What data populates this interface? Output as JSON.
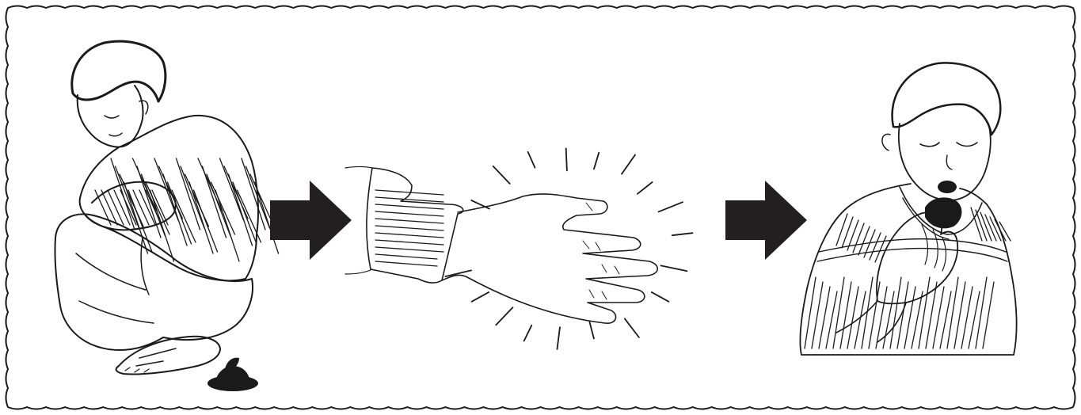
{
  "diagram": {
    "panels": [
      {
        "id": "squatting-child",
        "icon": "squatting-child-illustration"
      },
      {
        "id": "hand",
        "icon": "hand-illustration"
      },
      {
        "id": "child-at-mouth",
        "icon": "child-hand-to-mouth-illustration"
      }
    ],
    "connectors": [
      {
        "from": "squatting-child",
        "to": "hand",
        "icon": "arrow-right-icon"
      },
      {
        "from": "hand",
        "to": "child-at-mouth",
        "icon": "arrow-right-icon"
      }
    ],
    "colors": {
      "ink": "#1a1a1a",
      "arrow": "#231f20",
      "background": "#ffffff"
    }
  }
}
